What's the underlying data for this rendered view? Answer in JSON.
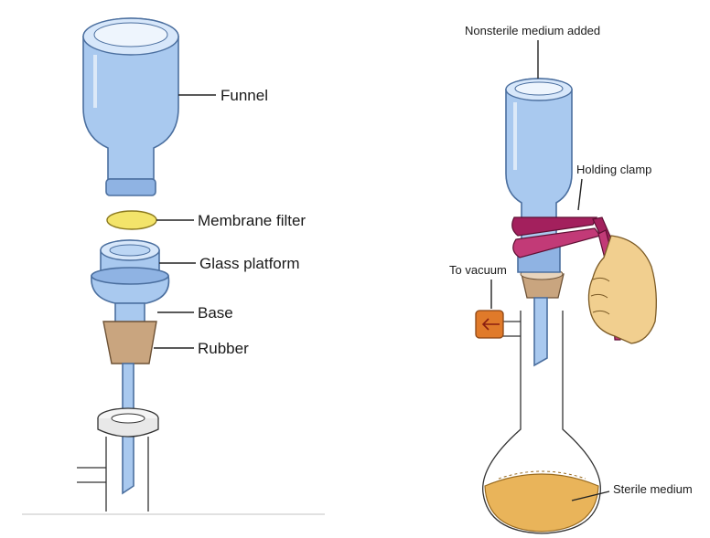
{
  "left_panel": {
    "labels": {
      "funnel": "Funnel",
      "membrane_filter": "Membrane filter",
      "glass_platform": "Glass platform",
      "base": "Base",
      "rubber": "Rubber"
    }
  },
  "right_panel": {
    "labels": {
      "nonsterile_medium": "Nonsterile medium added",
      "holding_clamp": "Holding clamp",
      "to_vacuum": "To vacuum",
      "sterile_medium": "Sterile medium"
    }
  },
  "colors": {
    "glass": "#a9c9ef",
    "membrane": "#f3e46a",
    "rubber": "#c9a57f",
    "clamp": "#a3205d",
    "vacuum_tube": "#e07a2a",
    "sterile_medium": "#e9b45a"
  }
}
